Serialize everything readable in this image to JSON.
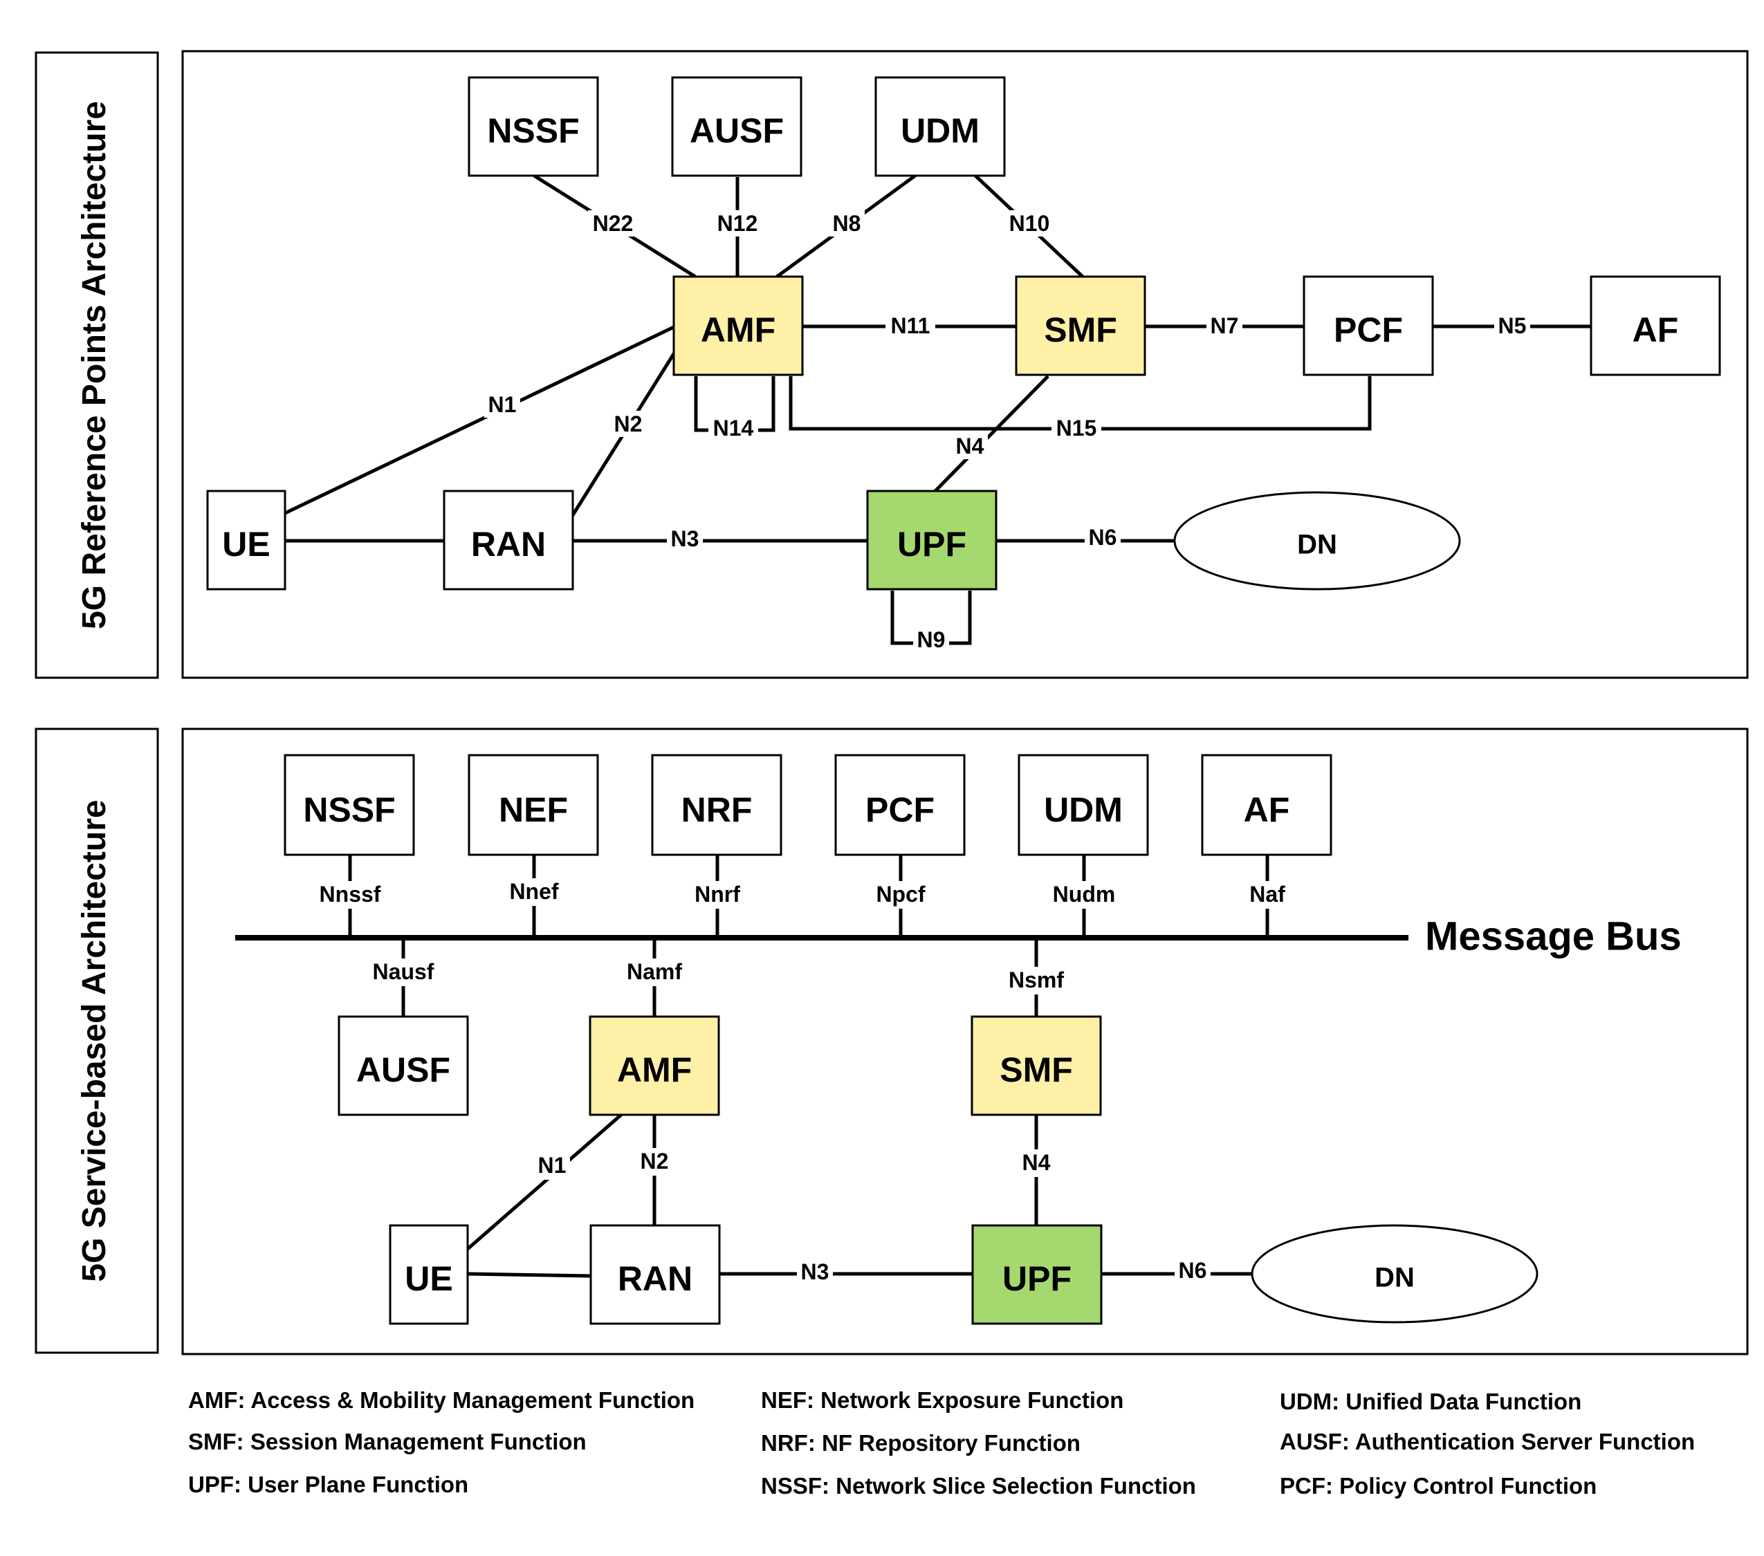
{
  "colors": {
    "amf_smf": "#fff0a8",
    "upf": "#a5d86f",
    "default": "#ffffff"
  },
  "reference_points": {
    "panel_title": "5G Reference Points Architecture",
    "nodes": {
      "nssf": "NSSF",
      "ausf": "AUSF",
      "udm": "UDM",
      "amf": "AMF",
      "smf": "SMF",
      "pcf": "PCF",
      "af": "AF",
      "ue": "UE",
      "ran": "RAN",
      "upf": "UPF",
      "dn": "DN"
    },
    "links": {
      "n22": "N22",
      "n12": "N12",
      "n8": "N8",
      "n10": "N10",
      "n11": "N11",
      "n7": "N7",
      "n5": "N5",
      "n1": "N1",
      "n2": "N2",
      "n14": "N14",
      "n15": "N15",
      "n4": "N4",
      "n3": "N3",
      "n6": "N6",
      "n9": "N9"
    }
  },
  "service_based": {
    "panel_title": "5G Service-based Architecture",
    "bus_label": "Message Bus",
    "nodes": {
      "nssf": "NSSF",
      "nef": "NEF",
      "nrf": "NRF",
      "pcf": "PCF",
      "udm": "UDM",
      "af": "AF",
      "ausf": "AUSF",
      "amf": "AMF",
      "smf": "SMF",
      "ue": "UE",
      "ran": "RAN",
      "upf": "UPF",
      "dn": "DN"
    },
    "interfaces": {
      "nnssf": "Nnssf",
      "nnef": "Nnef",
      "nnrf": "Nnrf",
      "npcf": "Npcf",
      "nudm": "Nudm",
      "naf": "Naf",
      "nausf": "Nausf",
      "namf": "Namf",
      "nsmf": "Nsmf",
      "n1": "N1",
      "n2": "N2",
      "n4": "N4",
      "n3": "N3",
      "n6": "N6"
    }
  },
  "legend": [
    [
      "AMF: Access & Mobility Management Function",
      "SMF: Session Management Function",
      "UPF: User Plane Function"
    ],
    [
      "NEF: Network Exposure Function",
      "NRF: NF Repository Function",
      "NSSF: Network Slice Selection Function"
    ],
    [
      "UDM: Unified Data Function",
      "AUSF: Authentication Server Function",
      "PCF: Policy Control Function"
    ]
  ]
}
